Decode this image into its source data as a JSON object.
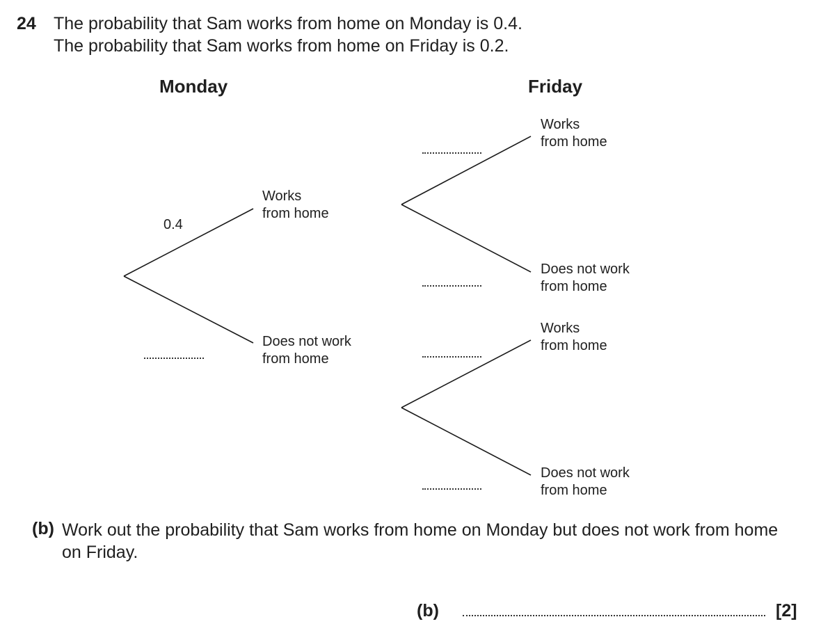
{
  "question": {
    "number": "24",
    "stem_lines": [
      "The probability that Sam works from home on Monday is 0.4.",
      "The probability that Sam works from home on Friday is 0.2."
    ]
  },
  "tree_diagram": {
    "headings": {
      "monday": "Monday",
      "friday": "Friday"
    },
    "monday": {
      "branches": [
        {
          "label_line1": "Works",
          "label_line2": "from home",
          "probability": "0.4"
        },
        {
          "label_line1": "Does not work",
          "label_line2": "from home",
          "probability": "..............."
        }
      ]
    },
    "friday_after_works": {
      "branches": [
        {
          "label_line1": "Works",
          "label_line2": "from home",
          "probability": "..............."
        },
        {
          "label_line1": "Does not work",
          "label_line2": "from home",
          "probability": "..............."
        }
      ]
    },
    "friday_after_not_works": {
      "branches": [
        {
          "label_line1": "Works",
          "label_line2": "from home",
          "probability": "..............."
        },
        {
          "label_line1": "Does not work",
          "label_line2": "from home",
          "probability": "..............."
        }
      ]
    }
  },
  "part_b": {
    "tag": "(b)",
    "text": "Work out the probability that Sam works from home on Monday but does not work from home on Friday.",
    "answer_tag": "(b)",
    "answer_value": "",
    "marks": "[2]"
  }
}
